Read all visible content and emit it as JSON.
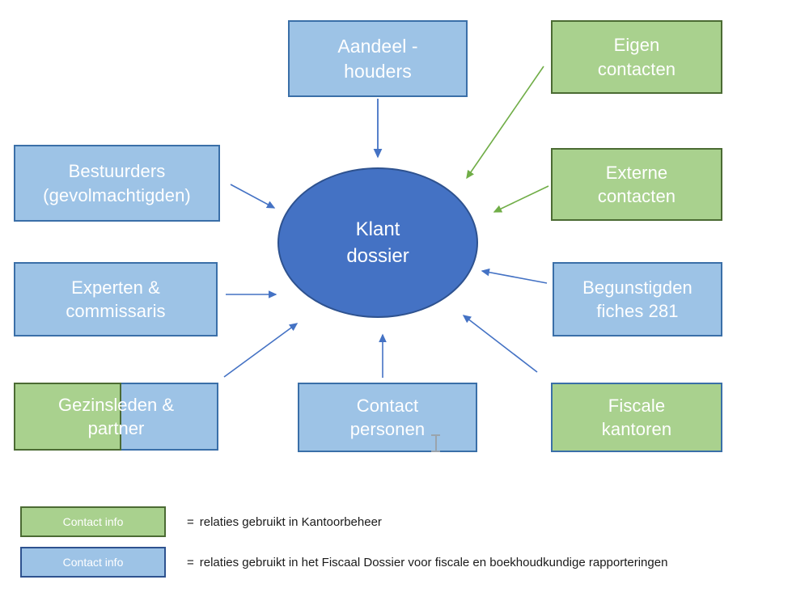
{
  "diagram": {
    "title_text": "Klant dossier",
    "center": {
      "label": "Klant\ndossier",
      "fill": "#4472C4",
      "stroke": "#2E528F"
    },
    "colors": {
      "blue_fill": "#9DC3E6",
      "blue_stroke": "#3A6FA8",
      "green_fill": "#A9D18E",
      "green_stroke": "#4B6B33",
      "blue_arrow": "#4472C4",
      "green_arrow": "#70AD47",
      "text_on_shape": "#FFFFFF",
      "legend_text": "#1A1A1A"
    },
    "nodes": [
      {
        "id": "aandeelhouders",
        "label": "Aandeel -\nhouders",
        "style": "blue"
      },
      {
        "id": "eigen-contacten",
        "label": "Eigen\ncontacten",
        "style": "green"
      },
      {
        "id": "bestuurders",
        "label": "Bestuurders\n(gevolmachtigden)",
        "style": "blue"
      },
      {
        "id": "externe-contacten",
        "label": "Externe\ncontacten",
        "style": "green"
      },
      {
        "id": "experten",
        "label": "Experten &\ncommissaris",
        "style": "blue"
      },
      {
        "id": "begunstigden",
        "label": "Begunstigden\nfiches 281",
        "style": "blue"
      },
      {
        "id": "gezinsleden",
        "label": "Gezinsleden &\npartner",
        "style": "split-green-blue"
      },
      {
        "id": "contactpersonen",
        "label": "Contact\npersonen",
        "style": "blue"
      },
      {
        "id": "fiscale-kantoren",
        "label": "Fiscale\nkantoren",
        "style": "green-blueborder"
      }
    ],
    "connectors": [
      {
        "from": "aandeelhouders",
        "to": "center",
        "color": "#4472C4"
      },
      {
        "from": "bestuurders",
        "to": "center",
        "color": "#4472C4"
      },
      {
        "from": "experten",
        "to": "center",
        "color": "#4472C4"
      },
      {
        "from": "gezinsleden",
        "to": "center",
        "color": "#4472C4"
      },
      {
        "from": "contactpersonen",
        "to": "center",
        "color": "#4472C4"
      },
      {
        "from": "fiscale-kantoren",
        "to": "center",
        "color": "#4472C4"
      },
      {
        "from": "begunstigden",
        "to": "center",
        "color": "#4472C4"
      },
      {
        "from": "eigen-contacten",
        "to": "center",
        "color": "#70AD47"
      },
      {
        "from": "externe-contacten",
        "to": "center",
        "color": "#70AD47"
      }
    ]
  },
  "legend": {
    "rows": [
      {
        "swatch_label": "Contact info",
        "swatch_style": "green",
        "equals": "=",
        "description": "relaties gebruikt in Kantoorbeheer"
      },
      {
        "swatch_label": "Contact info",
        "swatch_style": "blue",
        "equals": "=",
        "description": "relaties gebruikt in het Fiscaal Dossier voor fiscale en boekhoudkundige rapporteringen"
      }
    ]
  }
}
